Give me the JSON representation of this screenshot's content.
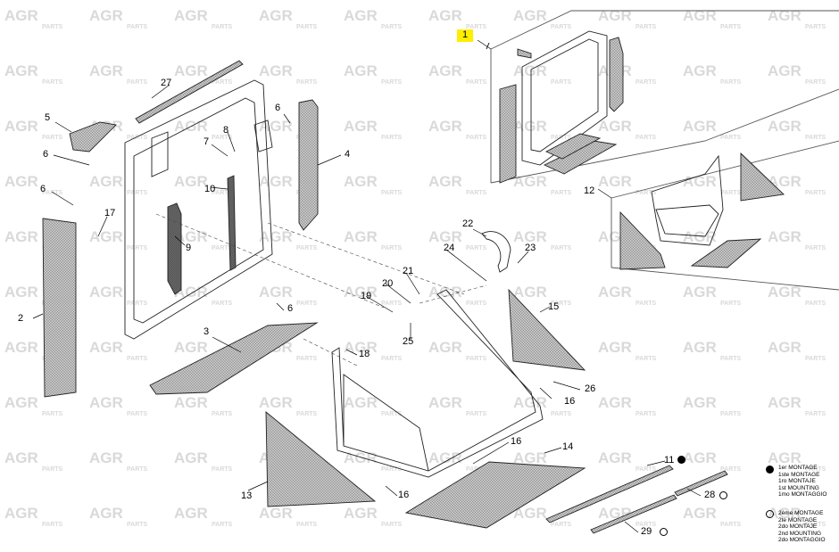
{
  "watermark": {
    "brand": "AGR",
    "sub": "PARTS",
    "color": "#d9d9d9"
  },
  "highlight_color": "#ffee00",
  "callouts": [
    "1",
    "2",
    "3",
    "4",
    "5",
    "6",
    "6",
    "6",
    "6",
    "7",
    "8",
    "9",
    "10",
    "11",
    "12",
    "13",
    "14",
    "15",
    "16",
    "16",
    "16",
    "17",
    "18",
    "19",
    "20",
    "21",
    "22",
    "23",
    "24",
    "25",
    "26",
    "27",
    "28",
    "29"
  ],
  "legend": {
    "first": [
      "1er MONTAGE",
      "1ste MONTAGE",
      "1ro MONTAJE",
      "1st MOUNTING",
      "1mo MONTAGGIO"
    ],
    "second": [
      "2ème MONTAGE",
      "2te MONTAGE",
      "2do MONTAJE",
      "2nd MOUNTING",
      "2do MONTAGGIO"
    ]
  }
}
